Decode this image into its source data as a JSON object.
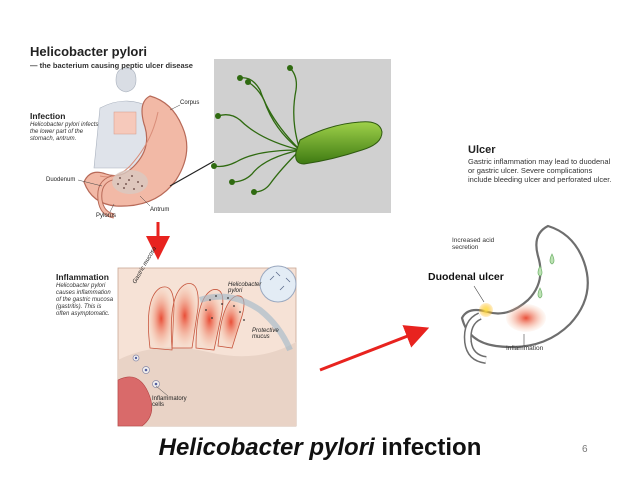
{
  "slide": {
    "page_number": "6",
    "caption_italic": "Helicobacter pylori",
    "caption_rest": " infection"
  },
  "panel_stomach": {
    "title": "Helicobacter pylori",
    "subtitle": "— the bacterium causing peptic ulcer disease",
    "section_title": "Infection",
    "section_desc": "Helicobacter pylori infects the lower part of the stomach, antrum.",
    "labels": {
      "corpus": "Corpus",
      "duodenum": "Duodenum",
      "pylorus": "Pylorus",
      "antrum": "Antrum"
    }
  },
  "panel_inflammation": {
    "section_title": "Inflammation",
    "section_desc": "Helicobacter pylori causes inflammation of the gastric mucosa (gastritis). This is often asymptomatic.",
    "labels": {
      "gastric_mucosa": "Gastric mucosa",
      "hp": "Helicobacter pylori",
      "protective_mucus": "Protective mucus",
      "inflammatory_cells": "Inflammatory cells"
    }
  },
  "panel_ulcer": {
    "section_title": "Ulcer",
    "section_desc": "Gastric inflammation may lead to duodenal or gastric ulcer. Severe complications include bleeding ulcer and perforated ulcer.",
    "labels": {
      "increased_acid": "Increased acid secretion",
      "duodenal_ulcer": "Duodenal ulcer",
      "inflammation": "Inflammation"
    }
  },
  "colors": {
    "arrow": "#e8231f",
    "bacterium": "#5a9a1e",
    "stomach_pink": "#f2b9a6",
    "inflammation": "#e8452e"
  }
}
